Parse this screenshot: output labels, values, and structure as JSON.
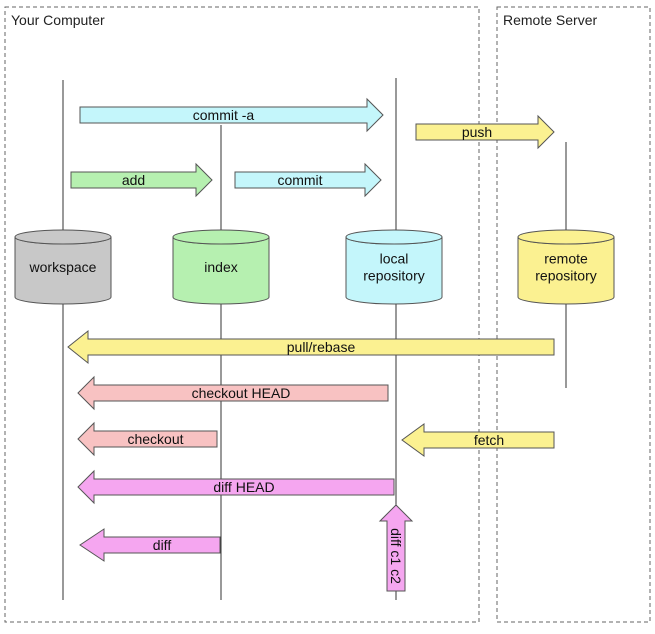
{
  "regions": {
    "local": {
      "title": "Your Computer"
    },
    "remote": {
      "title": "Remote Server"
    }
  },
  "nodes": [
    {
      "id": "workspace",
      "lines": [
        "workspace"
      ],
      "color": "#c8c8c8"
    },
    {
      "id": "index",
      "lines": [
        "index"
      ],
      "color": "#b6f0b0"
    },
    {
      "id": "local-repository",
      "lines": [
        "local",
        "repository"
      ],
      "color": "#c4f6fb"
    },
    {
      "id": "remote-repository",
      "lines": [
        "remote",
        "repository"
      ],
      "color": "#fbf191"
    }
  ],
  "arrows": [
    {
      "id": "commit-a",
      "label": "commit -a",
      "from": "workspace",
      "to": "local-repository",
      "color": "#c4f6fb"
    },
    {
      "id": "push",
      "label": "push",
      "from": "local-repository",
      "to": "remote-repository",
      "color": "#fbf191"
    },
    {
      "id": "add",
      "label": "add",
      "from": "workspace",
      "to": "index",
      "color": "#b6f0b0"
    },
    {
      "id": "commit",
      "label": "commit",
      "from": "index",
      "to": "local-repository",
      "color": "#c4f6fb"
    },
    {
      "id": "pull-rebase",
      "label": "pull/rebase",
      "from": "remote-repository",
      "to": "workspace",
      "color": "#fbf191"
    },
    {
      "id": "checkout-head",
      "label": "checkout HEAD",
      "from": "local-repository",
      "to": "workspace",
      "color": "#f8c2c2"
    },
    {
      "id": "checkout",
      "label": "checkout",
      "from": "index",
      "to": "workspace",
      "color": "#f8c2c2"
    },
    {
      "id": "fetch",
      "label": "fetch",
      "from": "remote-repository",
      "to": "local-repository",
      "color": "#fbf191"
    },
    {
      "id": "diff-head",
      "label": "diff HEAD",
      "from": "local-repository",
      "to": "workspace",
      "color": "#f5a6f0"
    },
    {
      "id": "diff",
      "label": "diff",
      "from": "index",
      "to": "workspace",
      "color": "#f5a6f0"
    },
    {
      "id": "diff-c1-c2",
      "label": "diff c1 c2",
      "from": "local-repository",
      "to": "local-repository",
      "color": "#f5a6f0"
    }
  ]
}
